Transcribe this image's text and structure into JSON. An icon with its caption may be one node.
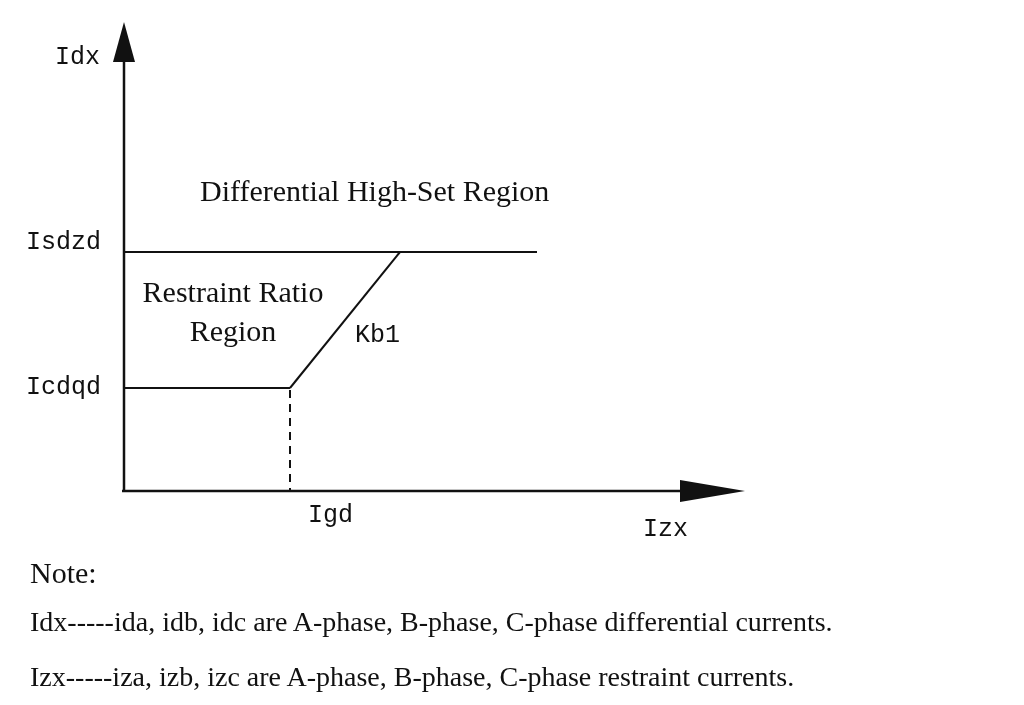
{
  "diagram": {
    "labels": [
      "Idx",
      "Differential High-Set Region",
      "Isdzd",
      "Restraint Ratio Region",
      "Kb1",
      "Icdqd",
      "Igd",
      "Izx",
      "Note:",
      "Idx-----ida, idb, idc are A-phase, B-phase, C-phase differential currents.",
      "Izx-----iza, izb, izc are A-phase, B-phase, C-phase restraint currents."
    ]
  }
}
